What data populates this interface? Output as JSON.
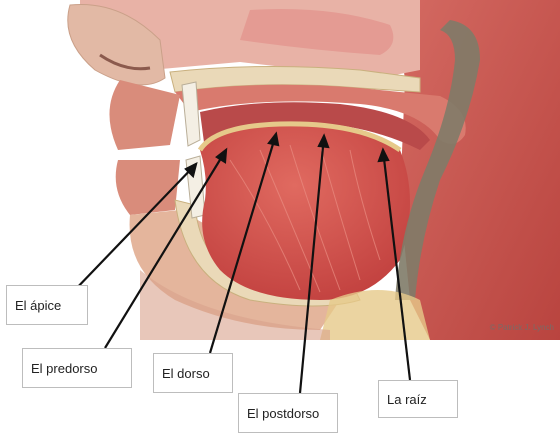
{
  "labels": {
    "apice": "El ápice",
    "predorso": "El predorso",
    "dorso": "El dorso",
    "postdorso": "El postdorso",
    "raiz": "La raíz"
  },
  "credit": "© Patrick J. Lynch",
  "colors": {
    "skin": "#e7b7a4",
    "muscle": "#c9564f",
    "muscle_light": "#dd7a70",
    "tongue": "#cf4e4b",
    "fat": "#e6c98a",
    "bone": "#ead9b8",
    "cavity": "#b94a4a",
    "pharynx": "#7f7b68",
    "pointer": "#111111"
  }
}
